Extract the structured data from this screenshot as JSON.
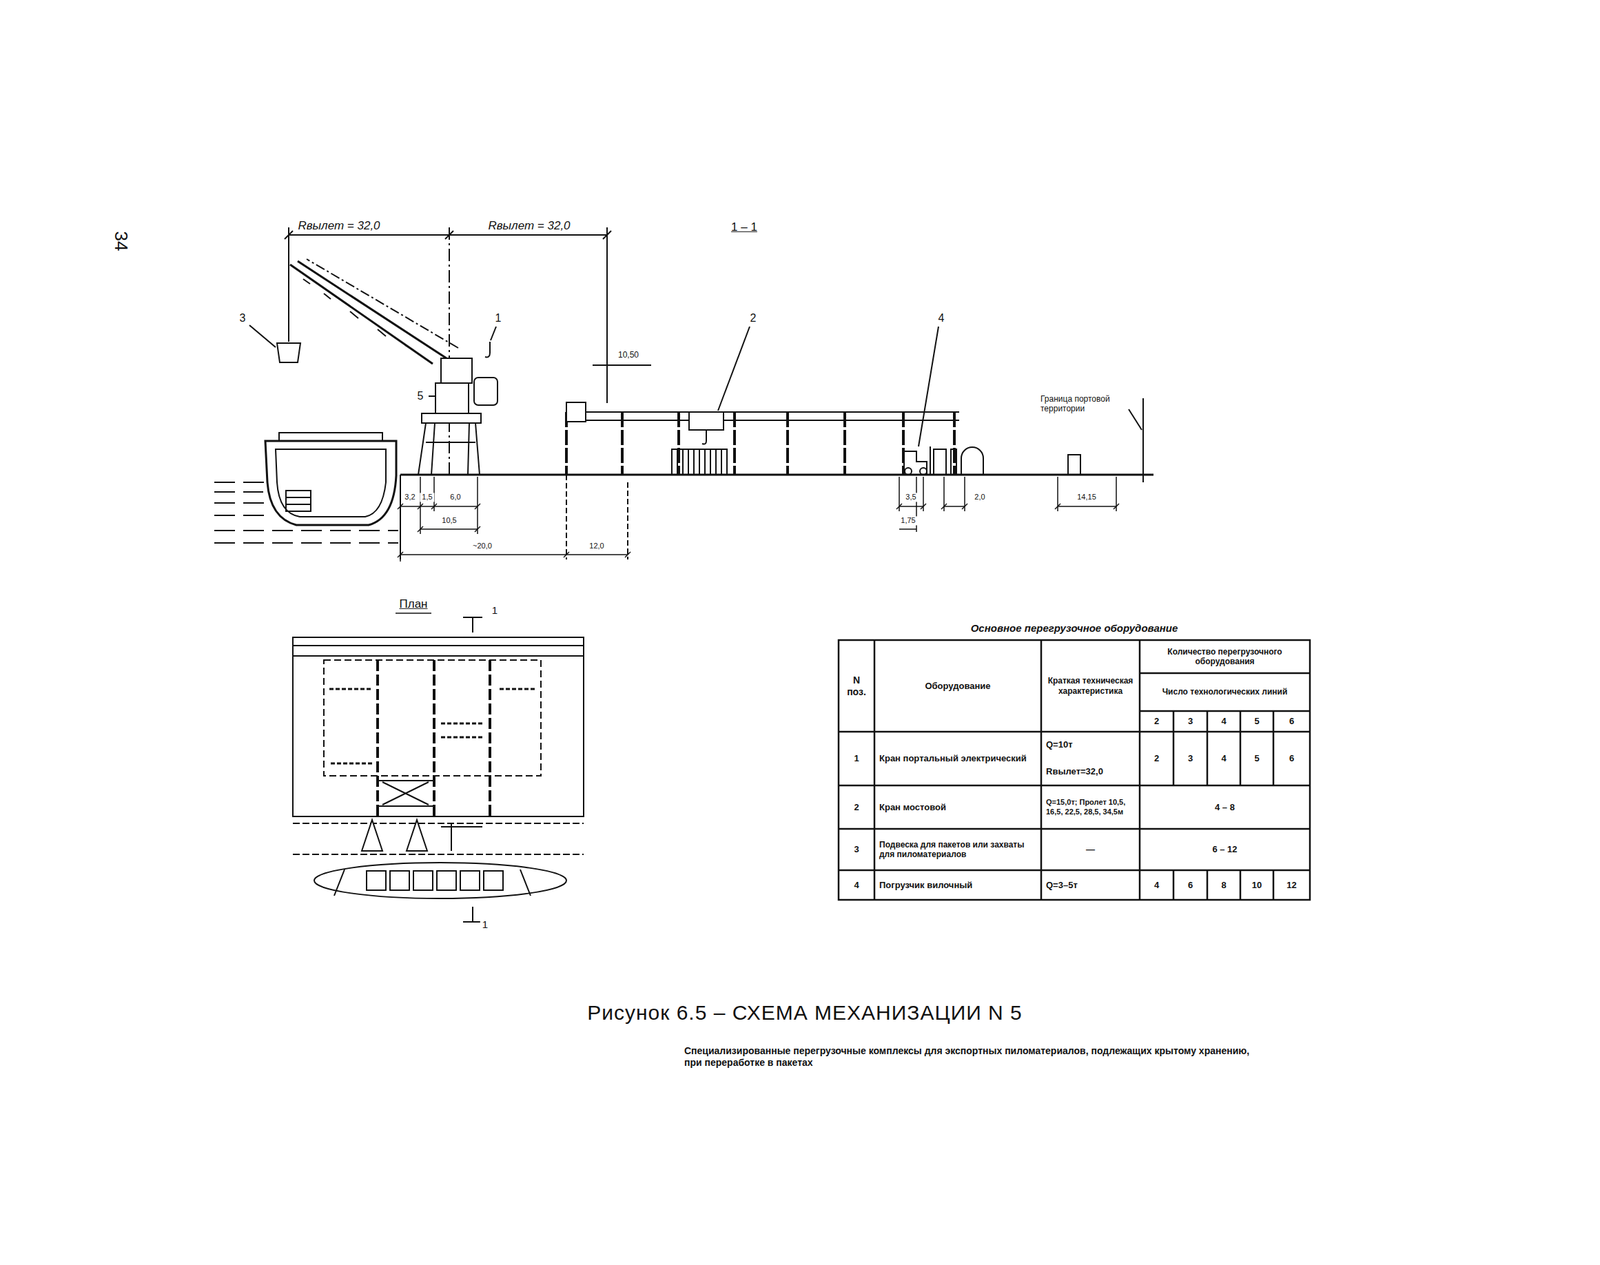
{
  "diagram": {
    "caption": "Рисунок 6.5 – СХЕМА МЕХАНИЗАЦИИ N 5",
    "labels": [
      "34",
      "Rвылет = 32,0",
      "Rвылет = 32,0",
      "1 – 1",
      "3",
      "1",
      "5",
      "10,50",
      "2",
      "4",
      "Граница портовой территории",
      "3,2",
      "1,5",
      "6,0",
      "10,5",
      "~20,0",
      "12,0",
      "3,5",
      "1,75",
      "2,0",
      "14,15",
      "План",
      "1",
      "1",
      "Основное перегрузочное оборудование",
      "N поз.",
      "Оборудование",
      "Краткая техническая характеристика",
      "Количество перегрузочного оборудования",
      "Число технологических линий",
      "2",
      "3",
      "4",
      "5",
      "6",
      "1",
      "Кран портальный электрический",
      "Q=10т",
      "Rвылет=32,0",
      "2",
      "3",
      "4",
      "5",
      "6",
      "2",
      "Кран мостовой",
      "Q=15,0т; Пролет 10,5, 16,5, 22,5, 28,5, 34,5м",
      "4 – 8",
      "3",
      "Подвеска для пакетов или захваты для пиломатериалов",
      "—",
      "6 – 12",
      "4",
      "Погрузчик вилочный",
      "Q=3–5т",
      "4",
      "6",
      "8",
      "10",
      "12",
      "Специализированные перегрузочные комплексы для экспортных пиломатериалов, подлежащих крытому хранению, при переработке в пакетах"
    ]
  }
}
